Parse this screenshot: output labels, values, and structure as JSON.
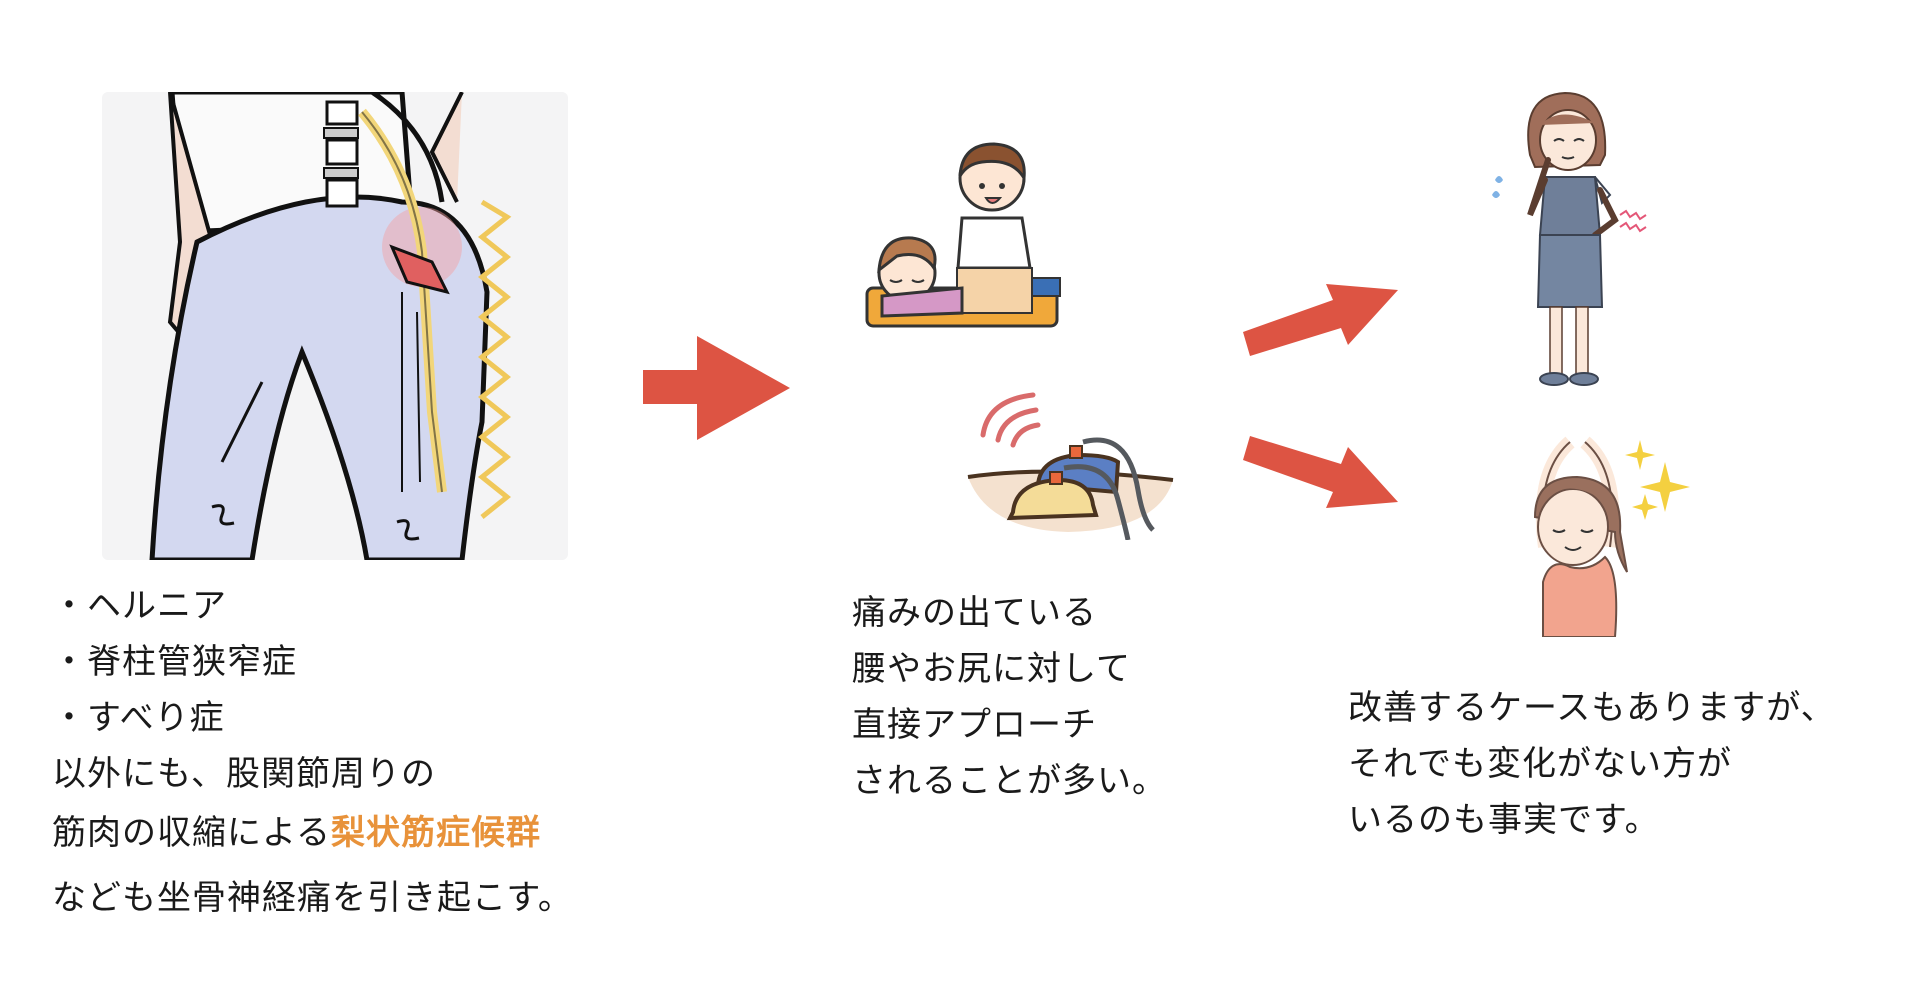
{
  "colors": {
    "arrow": "#DD5443",
    "highlight": "#E8923A",
    "text": "#1a1a1a"
  },
  "left_section": {
    "illustration": "sciatic-nerve-hip-pain-illustration",
    "bullets": [
      "・ヘルニア",
      "・脊柱管狭窄症",
      "・すべり症"
    ],
    "line1": "以外にも、股関節周りの",
    "line2_prefix": "筋肉の収縮による",
    "line2_highlight": "梨状筋症候群",
    "line3": "なども坐骨神経痛を引き起こす。"
  },
  "arrow_main": {
    "icon": "right-arrow-icon"
  },
  "middle_section": {
    "illustrations": [
      "massage-therapy-illustration",
      "electrotherapy-device-illustration"
    ],
    "lines": [
      "痛みの出ている",
      "腰やお尻に対して",
      "直接アプローチ",
      "されることが多い。"
    ]
  },
  "branch_arrows": {
    "up": "up-right-arrow-icon",
    "down": "down-right-arrow-icon"
  },
  "right_section": {
    "illustrations": [
      "woman-in-pain-illustration",
      "woman-stretching-relieved-illustration"
    ],
    "lines": [
      "改善するケースもありますが、",
      "それでも変化がない方が",
      "いるのも事実です。"
    ]
  }
}
